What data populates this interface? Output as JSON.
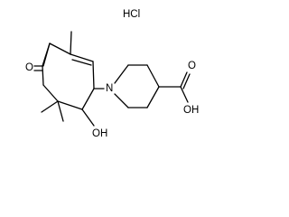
{
  "molecule": {
    "salt_label": "HCl",
    "oxo_label": "O",
    "hydroxyl_label": "OH",
    "nitrogen_label": "N",
    "acid_carbonyl_label": "O",
    "acid_hydroxyl_label": "OH"
  }
}
